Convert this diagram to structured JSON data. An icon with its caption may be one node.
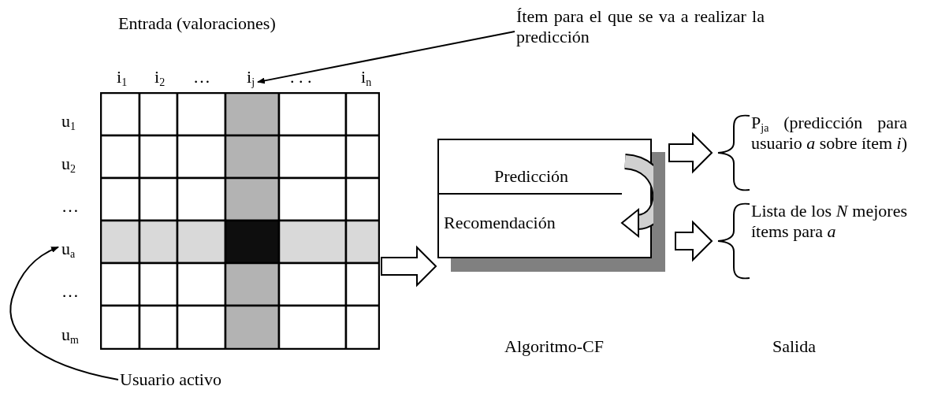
{
  "diagram": {
    "nodes": [
      {
        "text": [
          "Ítem para el que se va a realizar la predicción"
        ]
      },
      {
        "text": [
          "i$_{j}$"
        ]
      },
      {
        "text": [],
        "shape": "box"
      },
      {
        "text": [
          "u$_{a}$"
        ]
      },
      {
        "text": [
          "Usuario activo"
        ]
      },
      {
        "text": [
          "Predicción",
          "Recomendación"
        ]
      },
      {
        "text": [
          "P$_{ja}$ (predicción para usuario *a* sobre ítem *i*)"
        ]
      },
      {
        "text": [
          "Lista de los *N* mejores ítems para *a*"
        ]
      }
    ],
    "edges": [
      {
        "from": 0,
        "to": 1,
        "arrow": "to"
      },
      {
        "from": 4,
        "to": 3,
        "arrow": "to"
      },
      {
        "from": 2,
        "to": 5,
        "arrow": "to",
        "style": "thick"
      },
      {
        "from": 5,
        "to": 6,
        "arrow": "to",
        "style": "thick"
      },
      {
        "from": 5,
        "to": 7,
        "arrow": "to",
        "style": "thick"
      }
    ],
    "labels": [
      "Entrada (valoraciones)",
      "i$_{1}$",
      "i$_{2}$",
      "…",
      ". . .",
      "i$_{n}$",
      "u$_{1}$",
      "u$_{2}$",
      "…",
      "…",
      "u$_{m}$",
      "Algoritmo-CF",
      "Salida"
    ]
  }
}
